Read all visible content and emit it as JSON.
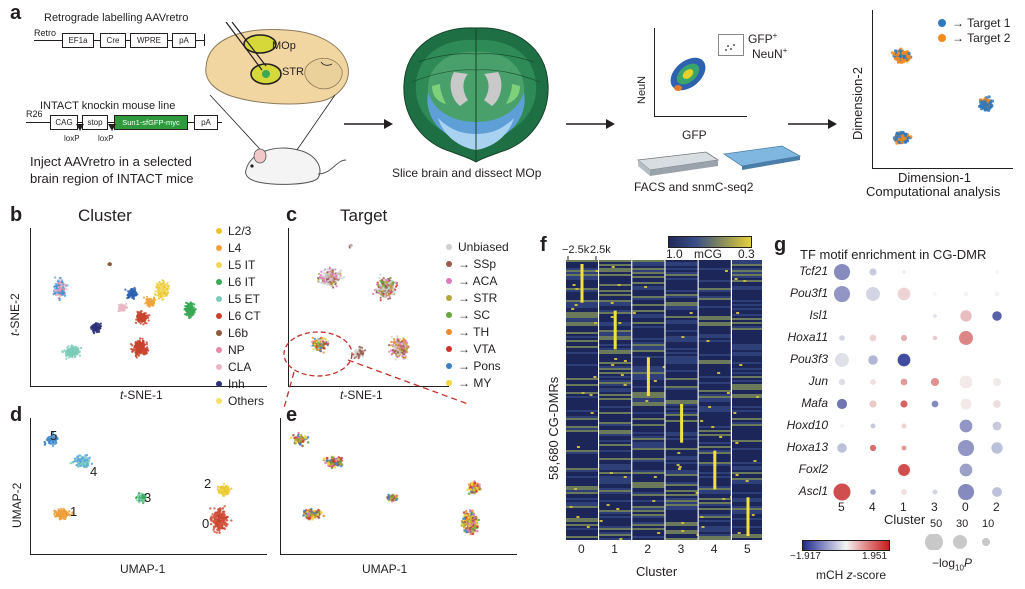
{
  "panel_labels": [
    "a",
    "b",
    "c",
    "d",
    "e",
    "f",
    "g"
  ],
  "panel_a": {
    "retro_title": "Retrograde labelling AAVretro",
    "retro_prefix": "Retro",
    "retro_boxes": [
      "EF1a",
      "Cre",
      "WPRE",
      "pA"
    ],
    "intact_title": "INTACT knockin mouse line",
    "intact_prefix": "R26",
    "intact_boxes": [
      "CAG",
      "stop",
      "Sun1-sfGFP-myc",
      "pA"
    ],
    "loxp": "loxP",
    "inject_line1": "Inject AAVretro in a selected",
    "inject_line2": "brain region of INTACT mice",
    "region_mop": "MOp",
    "region_str": "STR",
    "slice_caption": "Slice brain and dissect MOp",
    "facs_ylabel": "NeuN",
    "facs_xlabel": "GFP",
    "gate_line1": "GFP",
    "gate_sup": "+",
    "gate_line2": "NeuN",
    "facs_caption": "FACS and snmC-seq2",
    "comp_ylabel": "Dimension-2",
    "comp_xlabel": "Dimension-1",
    "comp_caption": "Computational analysis",
    "legend": [
      {
        "label": "→ Target 1",
        "color": "#2e78bd"
      },
      {
        "label": "→ Target 2",
        "color": "#f28a1f"
      }
    ]
  },
  "panel_b": {
    "title": "Cluster",
    "xlabel": "t-SNE-1",
    "ylabel": "t-SNE-2",
    "legend": [
      {
        "label": "L2/3",
        "color": "#e9c42d"
      },
      {
        "label": "L4",
        "color": "#f0a340"
      },
      {
        "label": "L5 IT",
        "color": "#f0d860"
      },
      {
        "label": "L6 IT",
        "color": "#3aa856"
      },
      {
        "label": "L5 ET",
        "color": "#7ccbb8"
      },
      {
        "label": "L6 CT",
        "color": "#c8432e"
      },
      {
        "label": "L6b",
        "color": "#8a5a3c"
      },
      {
        "label": "NP",
        "color": "#e48aa8"
      },
      {
        "label": "CLA",
        "color": "#eab6c4"
      },
      {
        "label": "Inh",
        "color": "#2b3178"
      },
      {
        "label": "Others",
        "color": "#f6de6a"
      }
    ]
  },
  "panel_c": {
    "title": "Target",
    "xlabel": "t-SNE-1",
    "legend": [
      {
        "label": "Unbiased",
        "color": "#cfcfcf"
      },
      {
        "label": "→ SSp",
        "color": "#9b5b4c"
      },
      {
        "label": "→ ACA",
        "color": "#e07ac0"
      },
      {
        "label": "→ STR",
        "color": "#b5a83a"
      },
      {
        "label": "→ SC",
        "color": "#67a63a"
      },
      {
        "label": "→ TH",
        "color": "#ef8a2c"
      },
      {
        "label": "→ VTA",
        "color": "#d1332c"
      },
      {
        "label": "→ Pons",
        "color": "#3d7fc1"
      },
      {
        "label": "→ MY",
        "color": "#f4d43c"
      }
    ]
  },
  "panel_d": {
    "xlabel": "UMAP-1",
    "ylabel": "UMAP-2",
    "cluster_labels": [
      "5",
      "4",
      "3",
      "2",
      "1",
      "0"
    ]
  },
  "panel_e": {
    "xlabel": "UMAP-1"
  },
  "panel_f": {
    "ylabel": "58,680 CG-DMRs",
    "xlabel": "Cluster",
    "tick_left": "−2.5k",
    "tick_right": "2.5k",
    "colorbar_low": "1.0",
    "colorbar_label": "mCG",
    "colorbar_high": "0.3",
    "columns": [
      "0",
      "1",
      "2",
      "3",
      "4",
      "5"
    ]
  },
  "panel_g": {
    "title": "TF motif enrichment in CG-DMR",
    "motifs": [
      "Tcf21",
      "Pou3f1",
      "Isl1",
      "Hoxa11",
      "Pou3f3",
      "Jun",
      "Mafa",
      "Hoxd10",
      "Hoxa13",
      "Foxl2",
      "Ascl1"
    ],
    "clusters": [
      "5",
      "4",
      "1",
      "3",
      "0",
      "2"
    ],
    "xlabel": "Cluster",
    "colorbar_min": "−1.917",
    "colorbar_max": "1.951",
    "colorbar_label_main": "mCH",
    "colorbar_label_z": "z",
    "colorbar_label_rest": "-score",
    "size_values": [
      "50",
      "30",
      "10"
    ],
    "size_label_main": "−log",
    "size_label_sub": "10",
    "size_label_p": "P",
    "chart_data": {
      "type": "dot",
      "rows": [
        "Tcf21",
        "Pou3f1",
        "Isl1",
        "Hoxa11",
        "Pou3f3",
        "Jun",
        "Mafa",
        "Hoxd10",
        "Hoxa13",
        "Foxl2",
        "Ascl1"
      ],
      "columns": [
        "5",
        "4",
        "1",
        "3",
        "0",
        "2"
      ],
      "zscore": [
        [
          -1.0,
          -0.4,
          0.1,
          0.0,
          0.0,
          0.0
        ],
        [
          -0.9,
          -0.3,
          0.3,
          0.0,
          0.0,
          0.0
        ],
        [
          0.0,
          0.0,
          0.0,
          -0.2,
          0.5,
          -1.4
        ],
        [
          -0.3,
          0.3,
          0.6,
          0.4,
          1.0,
          0.0
        ],
        [
          -0.2,
          -0.6,
          -1.6,
          0.0,
          0.0,
          0.0
        ],
        [
          -0.2,
          0.2,
          0.8,
          0.9,
          0.1,
          0.1
        ],
        [
          -1.2,
          0.4,
          1.3,
          -1.0,
          0.1,
          0.2
        ],
        [
          0.0,
          -0.4,
          0.3,
          0.0,
          -0.9,
          -0.4
        ],
        [
          -0.5,
          1.2,
          0.8,
          0.0,
          -0.9,
          -0.5
        ],
        [
          0.0,
          0.0,
          1.5,
          0.0,
          -0.8,
          0.0
        ],
        [
          1.5,
          -0.7,
          0.2,
          -0.3,
          -1.0,
          -0.5
        ]
      ],
      "neglog10p": [
        [
          40,
          8,
          2,
          0,
          0,
          2
        ],
        [
          40,
          30,
          25,
          2,
          3,
          4
        ],
        [
          0,
          0,
          0,
          2,
          20,
          14
        ],
        [
          5,
          7,
          6,
          3,
          30,
          0
        ],
        [
          30,
          14,
          25,
          0,
          0,
          0
        ],
        [
          6,
          5,
          7,
          10,
          25,
          10
        ],
        [
          16,
          8,
          8,
          7,
          18,
          9
        ],
        [
          2,
          4,
          4,
          0,
          25,
          12
        ],
        [
          14,
          6,
          4,
          0,
          40,
          20
        ],
        [
          0,
          0,
          22,
          0,
          25,
          0
        ],
        [
          45,
          5,
          5,
          4,
          40,
          15
        ]
      ],
      "color_range": [
        -1.917,
        1.951
      ],
      "size_legend": [
        50,
        30,
        10
      ]
    }
  }
}
